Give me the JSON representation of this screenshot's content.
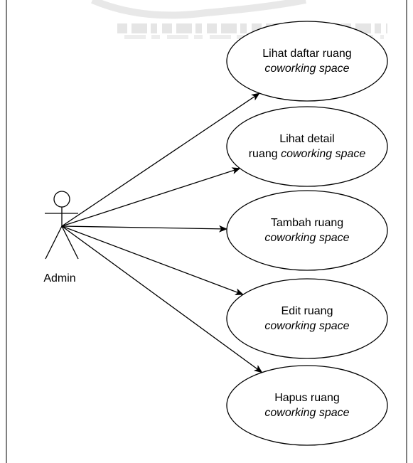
{
  "diagram": {
    "actor": {
      "name": "Admin"
    },
    "use_cases": [
      {
        "line1": "Lihat daftar ruang",
        "line2_plain": "",
        "line2_italic": "coworking space"
      },
      {
        "line1": "Lihat detail",
        "line2_plain": "ruang ",
        "line2_italic": "coworking space"
      },
      {
        "line1": "Tambah ruang",
        "line2_plain": "",
        "line2_italic": "coworking space"
      },
      {
        "line1": "Edit ruang",
        "line2_plain": "",
        "line2_italic": "coworking space"
      },
      {
        "line1": "Hapus ruang",
        "line2_plain": "",
        "line2_italic": "coworking space"
      }
    ]
  },
  "colors": {
    "stroke": "#000000",
    "fill": "#ffffff",
    "watermark": "#d9d9d9"
  }
}
